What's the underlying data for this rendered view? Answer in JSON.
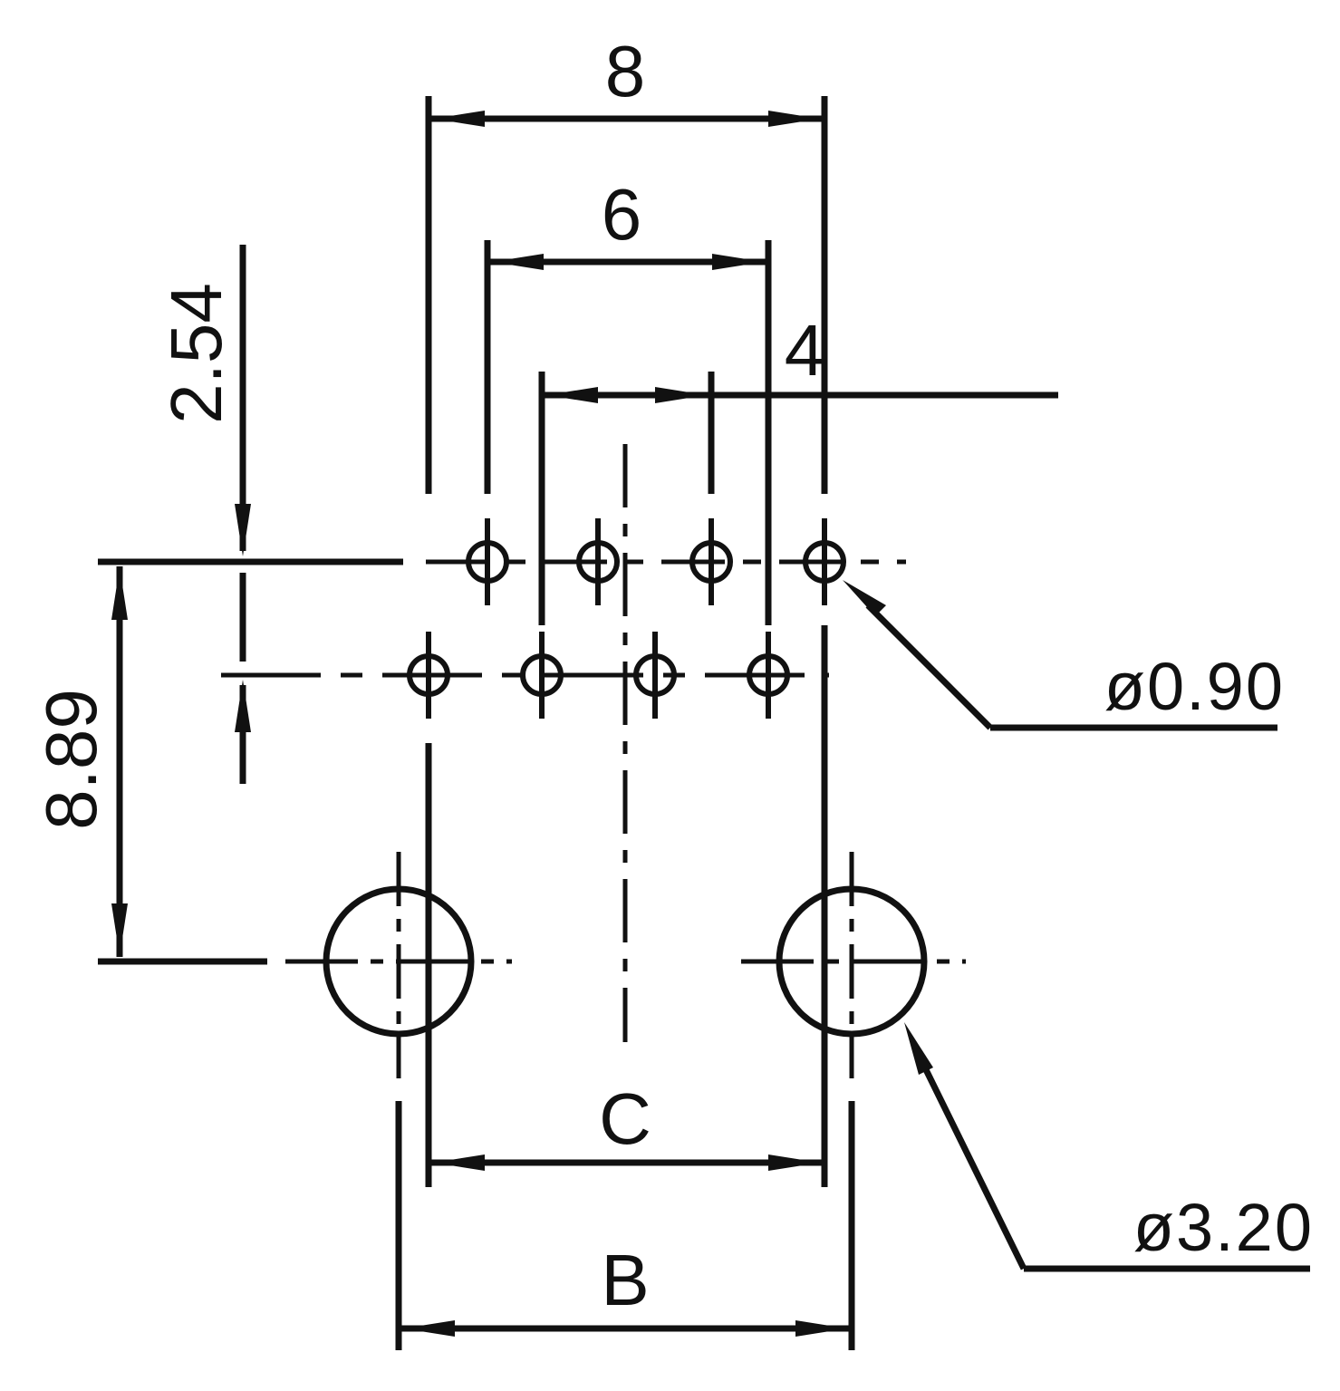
{
  "dimensions": {
    "width_outer": "8",
    "width_mid": "6",
    "width_inner": "4",
    "pitch_vertical": "2.54",
    "height_total": "8.89",
    "span_c": "C",
    "span_b": "B"
  },
  "callouts": {
    "pin_hole_diameter": "ø0.90",
    "mount_hole_diameter": "ø3.20"
  }
}
